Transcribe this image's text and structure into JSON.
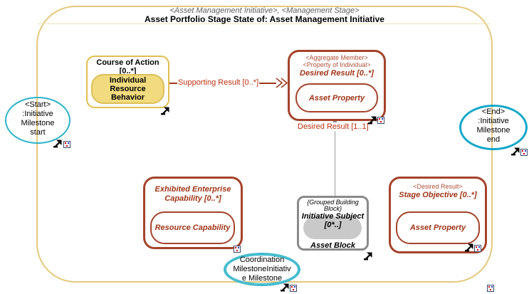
{
  "diagram": {
    "stereotype": "<Asset Management Initiative>, <Management Stage>",
    "title": "Asset Portfolio Stage State of: Asset Management Initiative"
  },
  "colors": {
    "frame_border": "#e4c87b",
    "action_border": "#e2be4e",
    "action_fill": "#f2db7f",
    "node_red_border": "#a4432a",
    "node_red_text": "#a03517",
    "edge_label_red": "#be3210",
    "milestone_cyan": "#2eb3c9",
    "end_cyan": "#12a7c9",
    "subject_gray_border": "#8a8a8a",
    "subject_gray_fill": "#c9c9c9"
  },
  "nodes": {
    "course_of_action": {
      "title": "Course of Action [0..*]",
      "part": "Individual Resource Behavior"
    },
    "desired_result": {
      "stereotypes": [
        "<Aggregate Member>",
        "<Property of Individual>"
      ],
      "title": "Desired Result [0..*]",
      "part": "Asset Property"
    },
    "exhibited_capability": {
      "title": "Exhibited Enterprise Capability [0..*]",
      "part": "Resource Capability"
    },
    "stage_objective": {
      "stereotype": "<Desired Result>",
      "title": "Stage Objective [0..*]",
      "part": "Asset Property"
    },
    "initiative_subject": {
      "stereotype": "{Grouped Building Block}",
      "title": "Initiative Subject",
      "multiplicity": "[0*..]",
      "name": "Asset Block"
    },
    "start_milestone": {
      "lines": [
        "<Start>",
        ":Initiative",
        "Milestone",
        "start"
      ]
    },
    "end_milestone": {
      "lines": [
        "<End>",
        ":Initiative",
        "Milestone",
        "end"
      ]
    },
    "coordination_milestone": {
      "lines": [
        "Coordination",
        "MilestoneInitiativ",
        "e Milestone"
      ]
    }
  },
  "edges": {
    "supporting_result": {
      "label": "Supporting Result [0..*]"
    },
    "desired_result": {
      "label": "Desired Result [1..1]"
    }
  },
  "icons": {
    "goto_arrow": "⤴",
    "element_badge": "▦"
  }
}
